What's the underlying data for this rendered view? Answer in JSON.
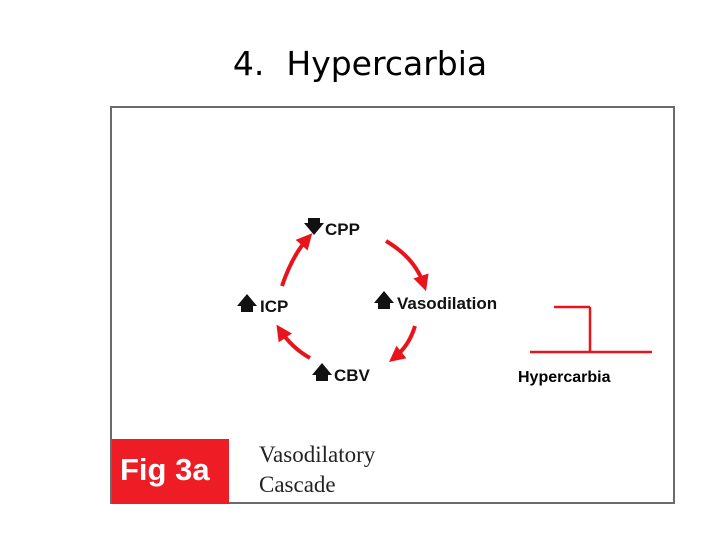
{
  "slide": {
    "number": "4.",
    "title": "Hypercarbia"
  },
  "diagram": {
    "nodes": {
      "cpp": {
        "label": "CPP",
        "direction": "down"
      },
      "vasodilation": {
        "label": "Vasodilation",
        "direction": "up"
      },
      "cbv": {
        "label": "CBV",
        "direction": "up"
      },
      "icp": {
        "label": "ICP",
        "direction": "up"
      }
    },
    "trigger_label": "Hypercarbia",
    "tag": "Fig 3a",
    "caption_line1": "Vasodilatory",
    "caption_line2": "Cascade",
    "colors": {
      "arrow": "#e8141c",
      "tag_bg": "#ee1c24",
      "frame": "#6b6b6b"
    }
  }
}
